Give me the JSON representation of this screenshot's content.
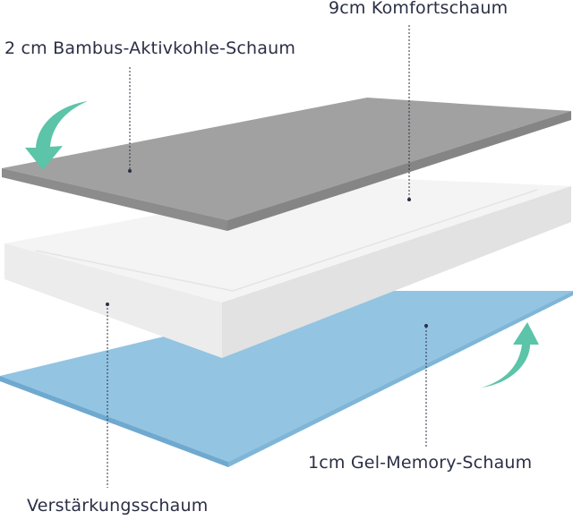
{
  "labels": {
    "top_layer": "2 cm Bambus-Aktivkohle-Schaum",
    "comfort_layer": "9cm Komfortschaum",
    "gel_layer": "1cm Gel-Memory-Schaum",
    "base_layer": "Verstärkungsschaum"
  },
  "colors": {
    "charcoal_foam": "#9b9b9b",
    "comfort_foam": "#f7f7f7",
    "gel_foam": "#93c4e2",
    "arrow": "#5cc4a8",
    "text": "#2b2f45"
  },
  "icons": [
    "curved-arrow-down-icon",
    "curved-arrow-up-icon"
  ]
}
